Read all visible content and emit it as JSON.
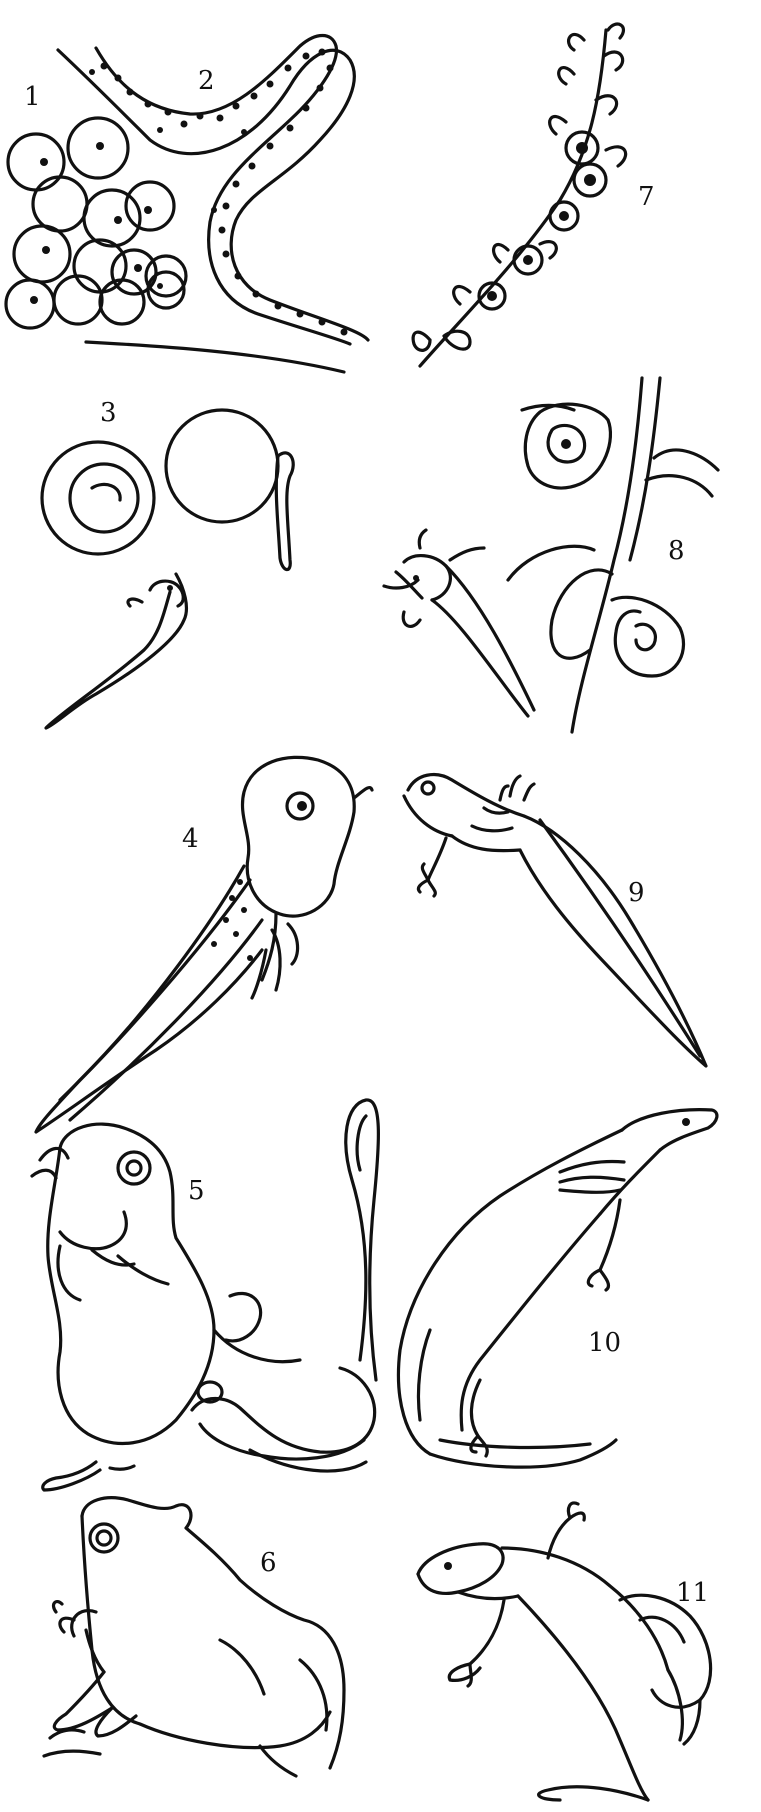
{
  "stages": {
    "s1": "1",
    "s2": "2",
    "s3": "3",
    "s4": "4",
    "s5": "5",
    "s6": "6",
    "s7": "7",
    "s8": "8",
    "s9": "9",
    "s10": "10",
    "s11": "11"
  },
  "colors": {
    "ink": "#111111",
    "paper": "#ffffff"
  }
}
